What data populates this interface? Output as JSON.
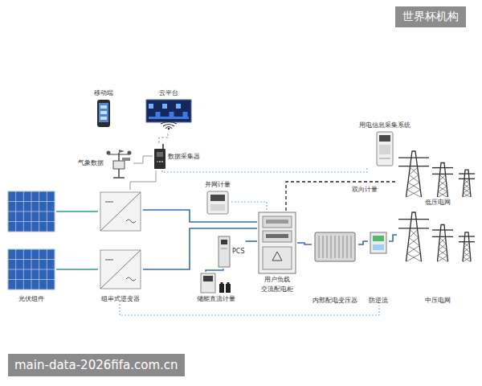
{
  "diagram": {
    "nodes": [
      {
        "text": [
          "移动端"
        ]
      },
      {
        "text": [
          "云平台"
        ]
      },
      {
        "text": [
          "气象数据"
        ]
      },
      {
        "text": [
          "数据采集器"
        ]
      },
      {
        "text": [
          "光伏组件"
        ]
      },
      {
        "text": [
          "组串式逆变器"
        ]
      },
      {
        "text": [
          "并网计量"
        ]
      },
      {
        "text": [
          "储能直流计量"
        ]
      },
      {
        "text": [
          "PCS"
        ]
      },
      {
        "text": [
          "用户负载",
          "交流配电柜"
        ]
      },
      {
        "text": [
          "内部配电变压器"
        ]
      },
      {
        "text": [
          "防逆流"
        ]
      },
      {
        "text": [
          "用电信息采集系统"
        ]
      },
      {
        "text": [
          "低压电网"
        ]
      },
      {
        "text": [
          "中压电网"
        ]
      }
    ],
    "edges": [
      {
        "from": 2,
        "to": 3,
        "arrow": "none"
      },
      {
        "from": 3,
        "to": 1,
        "arrow": "none"
      },
      {
        "from": 4,
        "to": 5,
        "arrow": "none"
      },
      {
        "from": 5,
        "to": 9,
        "arrow": "none"
      },
      {
        "from": 6,
        "to": 9,
        "arrow": "none"
      },
      {
        "from": 8,
        "to": 9,
        "arrow": "none"
      },
      {
        "from": 7,
        "to": 8,
        "arrow": "none"
      },
      {
        "from": 9,
        "to": 10,
        "arrow": "none"
      },
      {
        "from": 10,
        "to": 11,
        "arrow": "none"
      },
      {
        "from": 11,
        "to": 14,
        "arrow": "none"
      },
      {
        "from": 9,
        "to": 13,
        "arrow": "none"
      },
      {
        "from": 3,
        "to": 12,
        "arrow": "none"
      },
      {
        "from": 3,
        "to": 5,
        "arrow": "none"
      },
      {
        "from": 5,
        "to": 11,
        "arrow": "none"
      }
    ],
    "labels": [
      "双向计量",
      "世界杯机构",
      "main-data-2026fifa.com.cn"
    ]
  }
}
